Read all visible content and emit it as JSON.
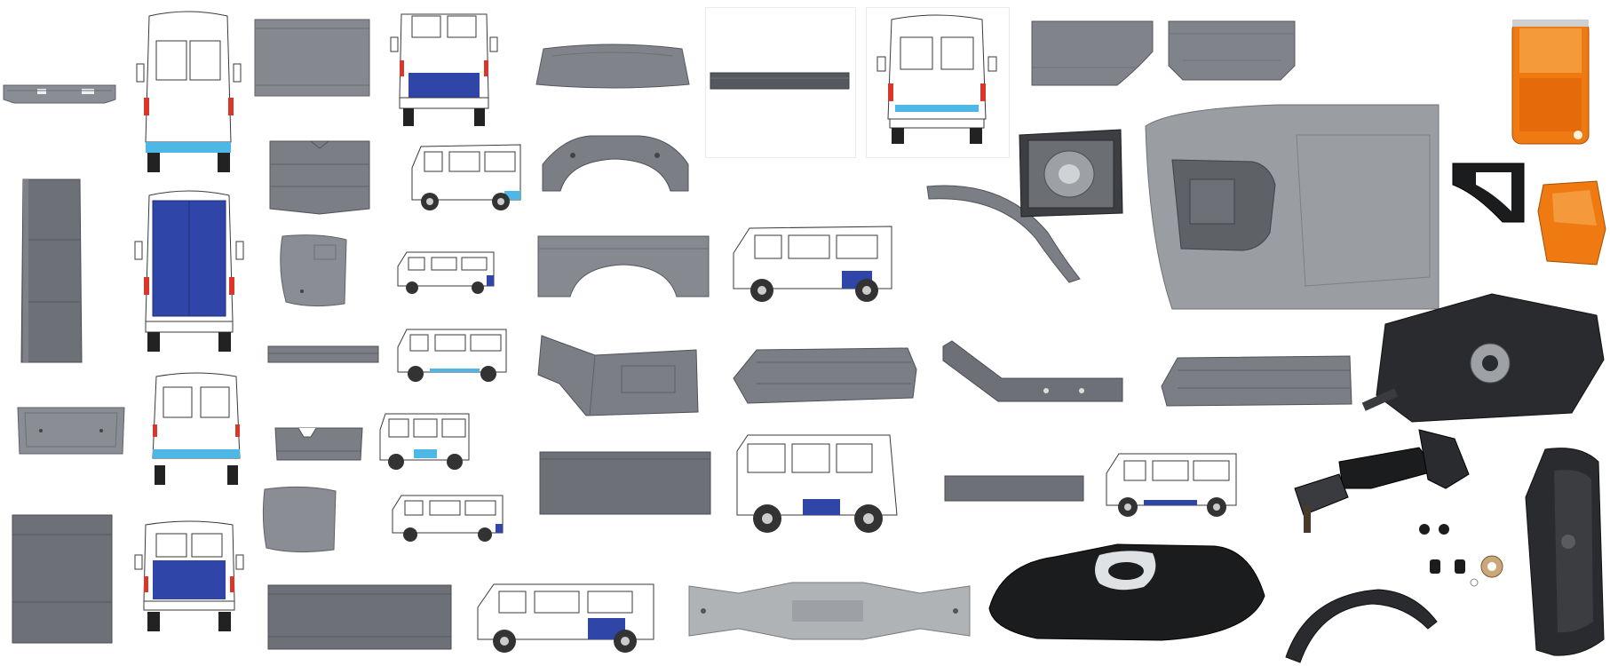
{
  "colors": {
    "background": "#ffffff",
    "panel_grey": "#8a8e94",
    "panel_grey_dark": "#5e6267",
    "panel_grey_light": "#a9adb2",
    "van_outline": "#3a3a3a",
    "highlight_blue": "#2f45a8",
    "highlight_cyan": "#4db8e6",
    "light_red": "#d8372a",
    "indicator_orange": "#f07a12",
    "black_part": "#1b1c1e"
  },
  "parts": [
    {
      "name": "bumper-bracket",
      "kind": "panel"
    },
    {
      "name": "van-rear-lower-cyan",
      "kind": "van-rear",
      "highlight": "cyan"
    },
    {
      "name": "door-skin-panel",
      "kind": "panel"
    },
    {
      "name": "van-rear-mid-blue",
      "kind": "van-rear",
      "highlight": "blue"
    },
    {
      "name": "step-panel",
      "kind": "panel"
    },
    {
      "name": "sill-strip",
      "kind": "panel"
    },
    {
      "name": "van-rear-sill-cyan",
      "kind": "van-rear",
      "highlight": "cyan"
    },
    {
      "name": "rear-corner-panel",
      "kind": "panel"
    },
    {
      "name": "side-panel-short",
      "kind": "panel"
    },
    {
      "name": "floor-step-panel",
      "kind": "panel"
    },
    {
      "name": "tail-light-orange",
      "kind": "light",
      "color": "orange"
    },
    {
      "name": "tall-door-panel",
      "kind": "panel"
    },
    {
      "name": "van-rear-full-blue",
      "kind": "van-rear",
      "highlight": "blue"
    },
    {
      "name": "inner-panel",
      "kind": "panel"
    },
    {
      "name": "van-side-rear-cyan",
      "kind": "van-side",
      "highlight": "cyan"
    },
    {
      "name": "wheel-arch",
      "kind": "panel"
    },
    {
      "name": "headlight",
      "kind": "light",
      "color": "clear"
    },
    {
      "name": "front-fender",
      "kind": "panel"
    },
    {
      "name": "light-bezel",
      "kind": "black-part"
    },
    {
      "name": "indicator-orange",
      "kind": "light",
      "color": "orange"
    },
    {
      "name": "corner-panel",
      "kind": "panel"
    },
    {
      "name": "van-side-rear-blue-small",
      "kind": "van-side",
      "highlight": "blue"
    },
    {
      "name": "rear-arch-panel",
      "kind": "panel"
    },
    {
      "name": "van-side-rear-blue",
      "kind": "van-side",
      "highlight": "blue"
    },
    {
      "name": "arch-strip",
      "kind": "panel"
    },
    {
      "name": "strip-long",
      "kind": "panel"
    },
    {
      "name": "van-side-sill-cyan",
      "kind": "van-side",
      "highlight": "cyan"
    },
    {
      "name": "step-well",
      "kind": "panel"
    },
    {
      "name": "floor-sill",
      "kind": "panel"
    },
    {
      "name": "sill-bar",
      "kind": "panel"
    },
    {
      "name": "floor-step-right",
      "kind": "panel"
    },
    {
      "name": "engine-mount",
      "kind": "black-part"
    },
    {
      "name": "rear-lower-panel",
      "kind": "panel"
    },
    {
      "name": "van-rear-lower-cyan-2",
      "kind": "van-rear",
      "highlight": "cyan"
    },
    {
      "name": "valance-panel",
      "kind": "panel"
    },
    {
      "name": "van-side-door-cyan",
      "kind": "van-side",
      "highlight": "cyan"
    },
    {
      "name": "van-side-blue-front",
      "kind": "van-side",
      "highlight": "blue"
    },
    {
      "name": "side-strip",
      "kind": "panel"
    },
    {
      "name": "van-side-large-blue",
      "kind": "van-side",
      "highlight": "blue"
    },
    {
      "name": "door-strip",
      "kind": "panel"
    },
    {
      "name": "van-side-blue-mid",
      "kind": "van-side",
      "highlight": "blue"
    },
    {
      "name": "hinge-assembly",
      "kind": "black-part"
    },
    {
      "name": "fuel-tank",
      "kind": "black-part"
    },
    {
      "name": "door-skin-lower",
      "kind": "panel"
    },
    {
      "name": "van-rear-doors-blue",
      "kind": "van-rear",
      "highlight": "blue"
    },
    {
      "name": "corner-cap",
      "kind": "panel"
    },
    {
      "name": "lower-strip",
      "kind": "panel"
    },
    {
      "name": "van-side-rear-blue-2",
      "kind": "van-side",
      "highlight": "blue"
    },
    {
      "name": "crossmember",
      "kind": "panel"
    },
    {
      "name": "oil-pan",
      "kind": "black-part"
    },
    {
      "name": "wheel-liner",
      "kind": "black-part"
    }
  ]
}
